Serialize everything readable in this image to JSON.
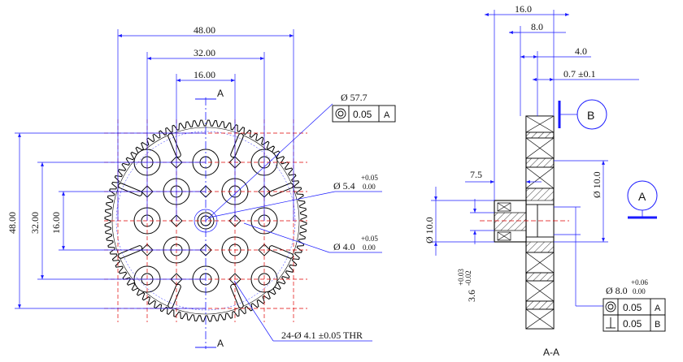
{
  "colors": {
    "dimension": "#1a1aff",
    "outline": "#000000",
    "centerline": "#e00000",
    "hatch": "#000000"
  },
  "front_view": {
    "dim_48_top": "48.00",
    "dim_32_top": "32.00",
    "dim_16_top": "16.00",
    "dim_48_left": "48.00",
    "dim_32_left": "32.00",
    "dim_16_left": "16.00",
    "section_mark_top": "A",
    "section_mark_bottom": "A",
    "callout_dia_57": "Ø 57.7",
    "frame_concentricity_value": "0.05",
    "frame_concentricity_datum": "A",
    "callout_dia_5_4": "Ø 5.4",
    "callout_dia_5_4_upper": "+0.05",
    "callout_dia_5_4_lower": "0.00",
    "callout_dia_4_0": "Ø 4.0",
    "callout_dia_4_0_upper": "+0.05",
    "callout_dia_4_0_lower": "0.00",
    "callout_holes": "24-Ø 4.1 ±0.05 THR"
  },
  "section_view": {
    "dim_16": "16.0",
    "dim_8": "8.0",
    "dim_4": "4.0",
    "dim_0_7": "0.7 ±0.1",
    "datum_b": "B",
    "dim_7_5": "7.5",
    "dim_dia_10_right": "Ø 10.0",
    "dim_dia_10_left": "Ø 10.0",
    "dim_3_6": "3.6",
    "dim_3_6_upper": "+0.03",
    "dim_3_6_lower": "-0.02",
    "datum_a": "A",
    "callout_dia_8": "Ø 8.0",
    "callout_dia_8_upper": "+0.06",
    "callout_dia_8_lower": "0.00",
    "frame1_value": "0.05",
    "frame1_datum": "A",
    "frame2_value": "0.05",
    "frame2_datum": "B",
    "section_label": "A-A"
  }
}
